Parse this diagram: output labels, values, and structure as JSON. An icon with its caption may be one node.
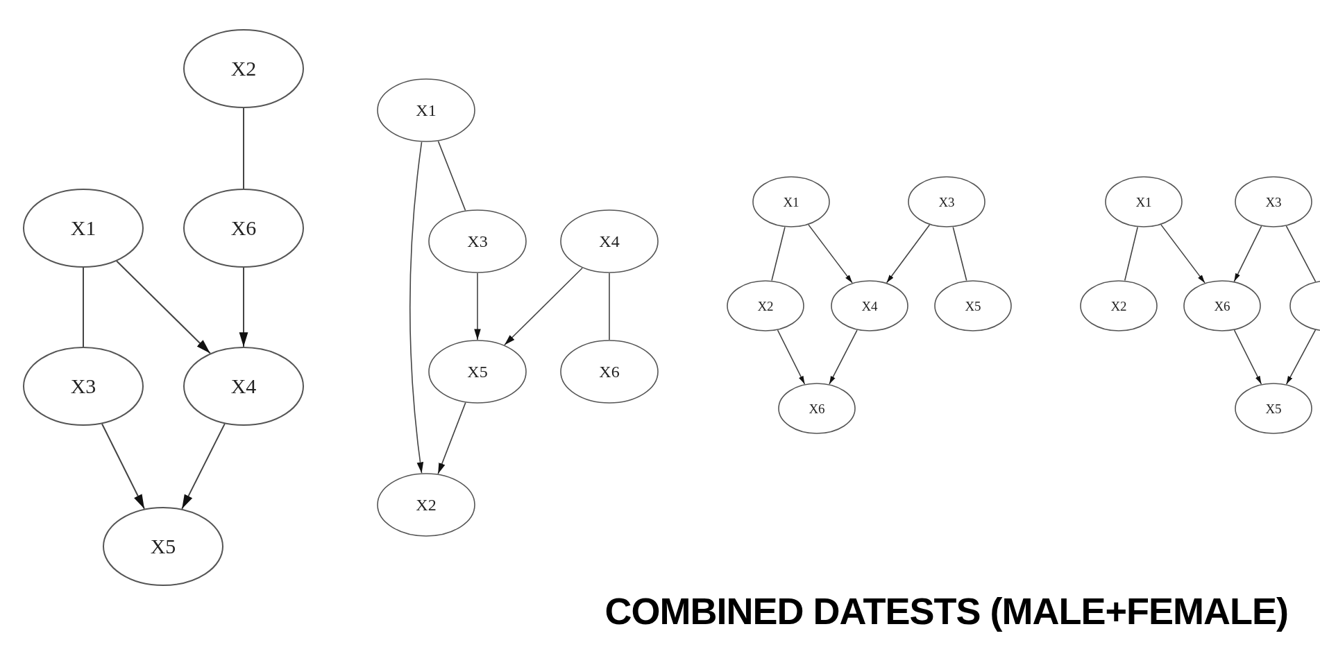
{
  "diagram": {
    "title": "COMBINED DATESTS (MALE+FEMALE)",
    "nodes": [
      {
        "text": [
          "X2"
        ]
      },
      {
        "text": [
          "X1"
        ]
      },
      {
        "text": [
          "X6"
        ]
      },
      {
        "text": [
          "X3"
        ]
      },
      {
        "text": [
          "X4"
        ]
      },
      {
        "text": [
          "X5"
        ]
      },
      {
        "text": [
          "X1"
        ]
      },
      {
        "text": [
          "X3"
        ]
      },
      {
        "text": [
          "X4"
        ]
      },
      {
        "text": [
          "X5"
        ]
      },
      {
        "text": [
          "X6"
        ]
      },
      {
        "text": [
          "X2"
        ]
      },
      {
        "text": [
          "X1"
        ]
      },
      {
        "text": [
          "X3"
        ]
      },
      {
        "text": [
          "X2"
        ]
      },
      {
        "text": [
          "X4"
        ]
      },
      {
        "text": [
          "X5"
        ]
      },
      {
        "text": [
          "X6"
        ]
      },
      {
        "text": [
          "X1"
        ]
      },
      {
        "text": [
          "X3"
        ]
      },
      {
        "text": [
          "X2"
        ]
      },
      {
        "text": [
          "X6"
        ]
      },
      {
        "text": [],
        "shape": "circle"
      },
      {
        "text": [
          "X5"
        ]
      }
    ],
    "edges": [
      {
        "from": 0,
        "to": 2,
        "arrow": "none"
      },
      {
        "from": 1,
        "to": 3,
        "arrow": "none"
      },
      {
        "from": 1,
        "to": 4,
        "arrow": "to"
      },
      {
        "from": 2,
        "to": 4,
        "arrow": "to"
      },
      {
        "from": 3,
        "to": 5,
        "arrow": "to"
      },
      {
        "from": 4,
        "to": 5,
        "arrow": "to"
      },
      {
        "from": 6,
        "to": 11,
        "arrow": "to"
      },
      {
        "from": 6,
        "to": 7,
        "arrow": "none"
      },
      {
        "from": 7,
        "to": 9,
        "arrow": "to"
      },
      {
        "from": 8,
        "to": 9,
        "arrow": "to"
      },
      {
        "from": 8,
        "to": 10,
        "arrow": "none"
      },
      {
        "from": 9,
        "to": 11,
        "arrow": "to"
      },
      {
        "from": 12,
        "to": 14,
        "arrow": "none"
      },
      {
        "from": 12,
        "to": 15,
        "arrow": "to"
      },
      {
        "from": 13,
        "to": 15,
        "arrow": "to"
      },
      {
        "from": 13,
        "to": 16,
        "arrow": "none"
      },
      {
        "from": 14,
        "to": 17,
        "arrow": "to"
      },
      {
        "from": 15,
        "to": 17,
        "arrow": "to"
      },
      {
        "from": 18,
        "to": 20,
        "arrow": "none"
      },
      {
        "from": 18,
        "to": 21,
        "arrow": "to"
      },
      {
        "from": 19,
        "to": 21,
        "arrow": "to"
      },
      {
        "from": 19,
        "to": 22,
        "arrow": "none"
      },
      {
        "from": 21,
        "to": 23,
        "arrow": "to"
      },
      {
        "from": 22,
        "to": 23,
        "arrow": "to"
      }
    ]
  }
}
